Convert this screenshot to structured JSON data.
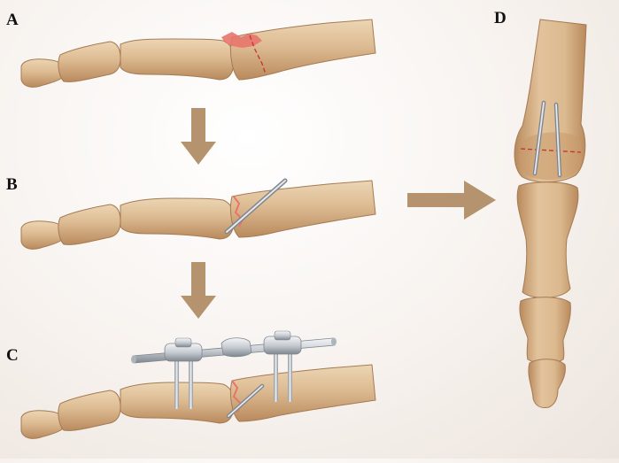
{
  "labels": {
    "a": "A",
    "b": "B",
    "c": "C",
    "d": "D"
  },
  "colors": {
    "bone_light": "#e6cda8",
    "bone_mid": "#d3ad80",
    "bone_dark": "#b8875a",
    "bone_edge": "#a57a52",
    "fracture": "#e8746c",
    "fracture_line": "#c9302c",
    "arrow": "#b5936e",
    "metal_light": "#e7e9ec",
    "metal_dark": "#8d949c"
  }
}
